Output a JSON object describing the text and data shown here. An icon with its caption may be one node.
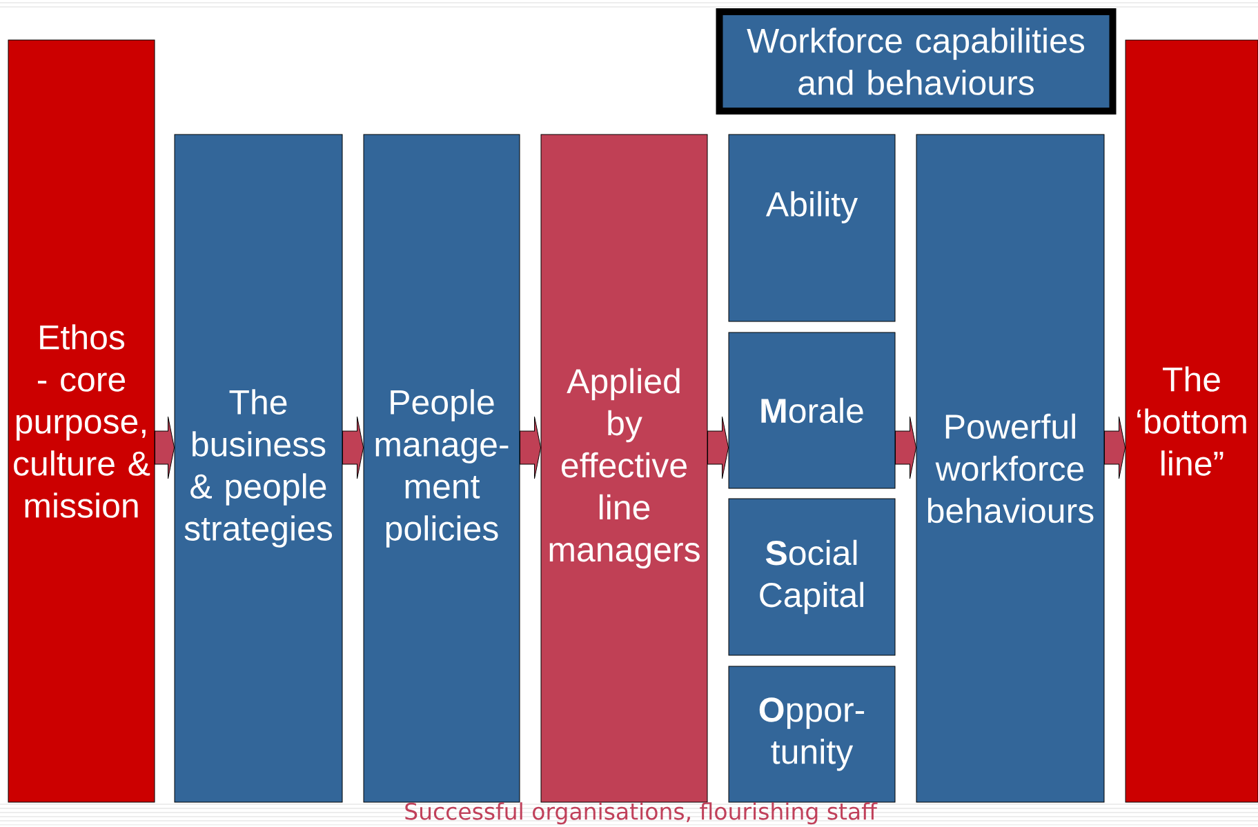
{
  "diagram": {
    "caption": "Successful organisations, flourishing staff",
    "nodes": [
      {
        "text": [
          "Workforce capabilities and behaviours"
        ]
      },
      {
        "text": [
          "Ethos - core purpose, culture & mission"
        ]
      },
      {
        "text": [
          "The business & people strategies"
        ]
      },
      {
        "text": [
          "People manage- ment policies"
        ]
      },
      {
        "text": [
          "Applied by effective line managers"
        ]
      },
      {
        "text": [
          "Ability"
        ]
      },
      {
        "text": [
          "**M**orale"
        ]
      },
      {
        "text": [
          "**S**ocial Capital"
        ]
      },
      {
        "text": [
          "**O**ppor- tunity"
        ]
      },
      {
        "text": [
          "Powerful workforce behaviours"
        ]
      },
      {
        "text": [
          "The ‘bottom line”"
        ]
      }
    ],
    "edges": [
      {
        "from": 1,
        "to": 2,
        "arrow": "to"
      },
      {
        "from": 2,
        "to": 3,
        "arrow": "to"
      },
      {
        "from": 3,
        "to": 4,
        "arrow": "to"
      },
      {
        "from": 4,
        "to": 6,
        "arrow": "to"
      },
      {
        "from": 6,
        "to": 9,
        "arrow": "to"
      },
      {
        "from": 9,
        "to": 10,
        "arrow": "to"
      }
    ]
  }
}
